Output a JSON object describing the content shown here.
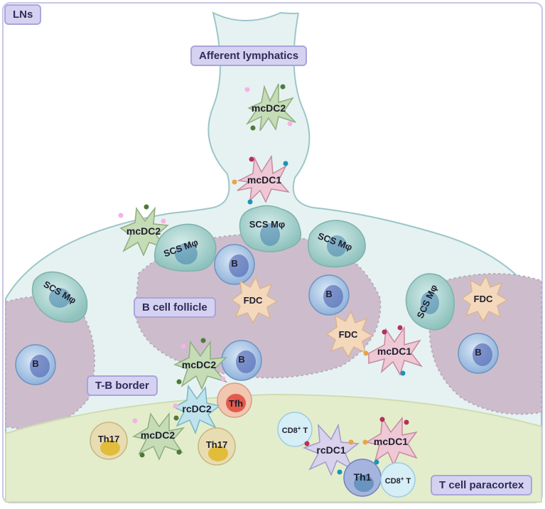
{
  "regions": {
    "lns": "LNs",
    "afferent": "Afferent lymphatics",
    "b_follicle": "B cell follicle",
    "tb_border": "T-B border",
    "t_paracortex": "T cell paracortex"
  },
  "cells": {
    "mcdc2_top": "mcDC2",
    "mcdc1_top": "mcDC1",
    "mcdc2_left": "mcDC2",
    "scs_center": "SCS Mφ",
    "scs_left": "SCS Mφ",
    "scs_right": "SCS Mφ",
    "scs_far_left": "SCS Mφ",
    "scs_far_right": "SCS Mφ",
    "b_center": "B",
    "b_right": "B",
    "b_left": "B",
    "b_mid": "B",
    "b_far_right": "B",
    "fdc_center": "FDC",
    "fdc_right": "FDC",
    "fdc_far_right": "FDC",
    "mcdc1_right": "mcDC1",
    "mcdc2_mid": "mcDC2",
    "rcdc2": "rcDC2",
    "tfh": "Tfh",
    "th17_left": "Th17",
    "th17_right": "Th17",
    "mcdc2_bottom": "mcDC2",
    "cd8_left": "CD8",
    "cd8_left_sup": "+",
    "cd8_left_suffix": " T",
    "rcdc1": "rcDC1",
    "mcdc1_bottom": "mcDC1",
    "th1": "Th1",
    "cd8_right": "CD8",
    "cd8_right_sup": "+",
    "cd8_right_suffix": " T"
  },
  "colors": {
    "outer_border": "#c9c6e6",
    "lymph_fill": "#e4f1f1",
    "follicle_fill": "#cdbdcc",
    "paracortex_fill": "#e3edcc",
    "scs_fill": "#a9d3cf",
    "b_cell_fill": "#a9c7e6",
    "fdc_fill": "#f3d8bc",
    "mcdc2_fill": "#c5dcb7",
    "mcdc1_fill": "#eec8d4",
    "rcdc2_fill": "#bfe3ec",
    "rcdc1_fill": "#d9d2ec",
    "th17_fill": "#e8dcb2",
    "tfh_fill": "#f1c7b0",
    "th1_fill": "#a5b4dd",
    "cd8_fill": "#d6eef6"
  }
}
